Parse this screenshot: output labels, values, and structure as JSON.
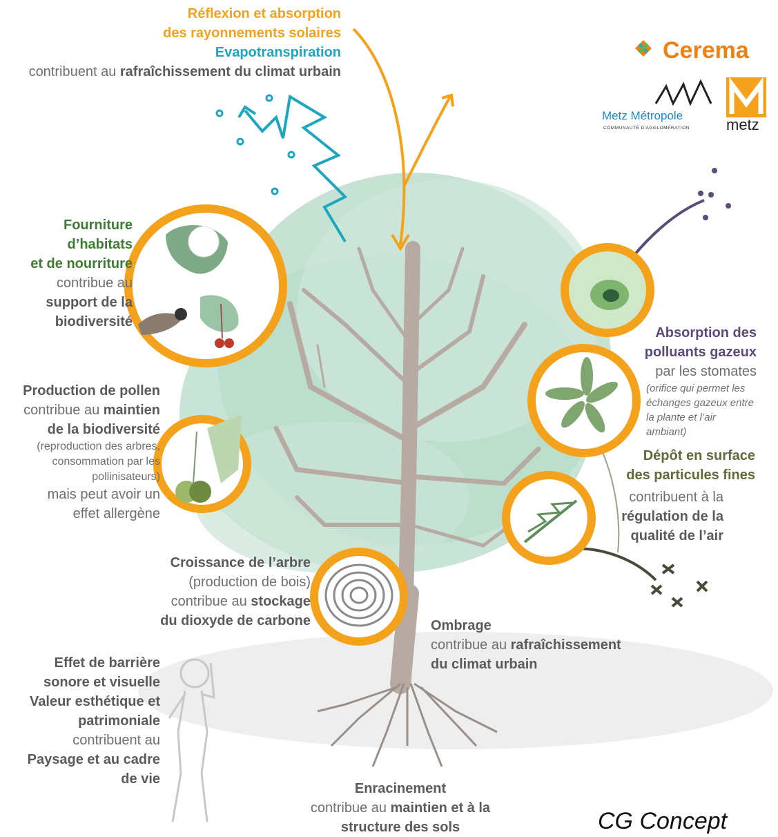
{
  "top": {
    "line1": "Réflexion et absorption",
    "line2": "des rayonnements solaires",
    "line3": "Evapotranspiration",
    "line4_prefix": "contribuent au ",
    "line4_bold": "rafraîchissement du climat urbain"
  },
  "habitats": {
    "line1": "Fourniture",
    "line2": "d’habitats",
    "line3": "et de nourriture",
    "line4": "contribue au",
    "line5": "support de la",
    "line6": "biodiversité"
  },
  "pollen": {
    "line1": "Production de pollen",
    "line2_prefix": "contribue au ",
    "line2_bold": "maintien",
    "line3": "de la biodiversité",
    "line4": "(reproduction des arbres,",
    "line5": "consommation par les",
    "line6": "pollinisateurs)",
    "line7": "mais peut avoir un",
    "line8": "effet allergène"
  },
  "croissance": {
    "line1": "Croissance de l’arbre",
    "line2": "(production de bois)",
    "line3_prefix": "contribue au ",
    "line3_bold": "stockage",
    "line4": "du dioxyde de carbone"
  },
  "barriere": {
    "line1": "Effet de barrière",
    "line2": "sonore et visuelle",
    "line3": "Valeur esthétique et",
    "line4": "patrimoniale",
    "line5": "contribuent au",
    "line6": "Paysage et au cadre",
    "line7": "de vie"
  },
  "enracinement": {
    "line1": "Enracinement",
    "line2_prefix": "contribue au ",
    "line2_bold": "maintien et à la",
    "line3": "structure des sols"
  },
  "ombrage": {
    "line1": "Ombrage",
    "line2_prefix": "contribue au ",
    "line2_bold": "rafraîchissement",
    "line3": "du climat urbain"
  },
  "absorption": {
    "line1": "Absorption des",
    "line2": "polluants gazeux",
    "line3": "par les stomates",
    "line4": "(orifice qui permet les",
    "line5": "échanges gazeux entre",
    "line6": "la plante et l’air",
    "line7": "ambiant)"
  },
  "depot": {
    "line1": "Dépôt en surface",
    "line2": "des particules fines",
    "line3": "contribuent à la",
    "line4": "régulation de la",
    "line5": "qualité de l’air"
  },
  "logos": {
    "cerema": "Cerema",
    "metz_metropole": "Metz Métropole",
    "metz_metropole_sub": "COMMUNAUTÉ D'AGGLOMÉRATION",
    "metz": "metz"
  },
  "credit": "CG Concept",
  "colors": {
    "orange": "#f4a21b",
    "green": "#3f7a35",
    "cyan": "#1fa6bf",
    "purple": "#5b4a7a",
    "olive": "#5f6b36",
    "canopy": "#b9dccb",
    "trunk": "#b7aaa3"
  }
}
